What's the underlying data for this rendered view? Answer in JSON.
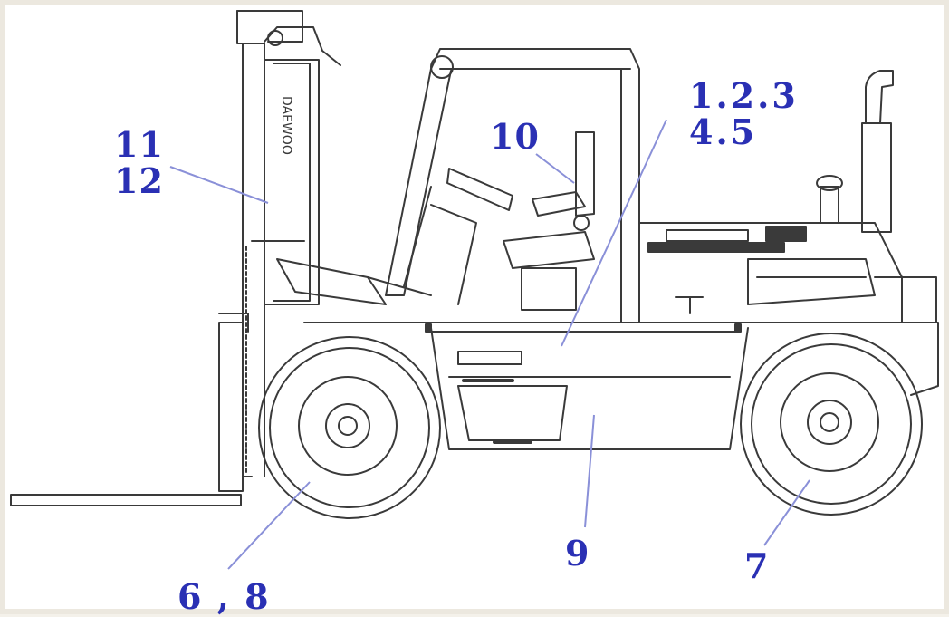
{
  "diagram": {
    "labels": {
      "label_11_12": [
        "11",
        "12"
      ],
      "label_1_2_3_4_5": [
        "1.2.3",
        "4.5"
      ],
      "label_10": "10",
      "label_6_8": "6 , 8",
      "label_9": "9",
      "label_7": "7"
    },
    "colors": {
      "callout_text": "#2a30b4",
      "leader_line": "#8a90d8",
      "outline": "#3a3a3a",
      "background": "#ffffff"
    }
  }
}
